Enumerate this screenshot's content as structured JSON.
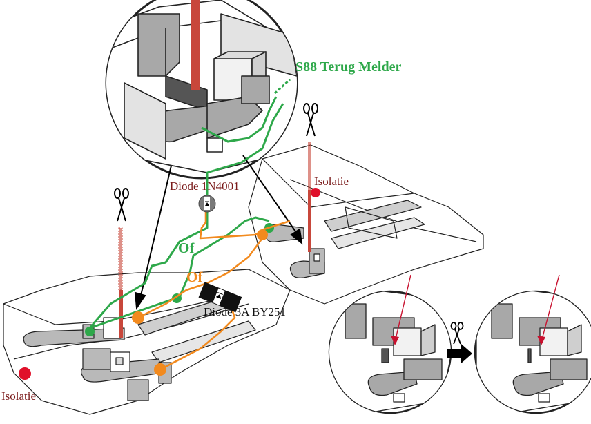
{
  "labels": {
    "s88": "S88 Terug Melder",
    "diode_1n4001": "Diode 1N4001",
    "diode_by251": "Diode 3A BY251",
    "isolatie_right": "Isolatie",
    "isolatie_left": "Isolatie",
    "of_green": "Of",
    "of_orange": "Of"
  },
  "icons": {
    "scissors": "scissors-icon",
    "arrow": "right-arrow-icon"
  },
  "colors": {
    "green_wire": "#2ea84a",
    "orange_wire": "#f28a1e",
    "red_cut": "#c8473b",
    "isolation_dot": "#e0102a",
    "label_dark_red": "#7a1a1a",
    "line": "#222222",
    "grey_part": "#b9b9b9",
    "dark_part": "#555555"
  }
}
